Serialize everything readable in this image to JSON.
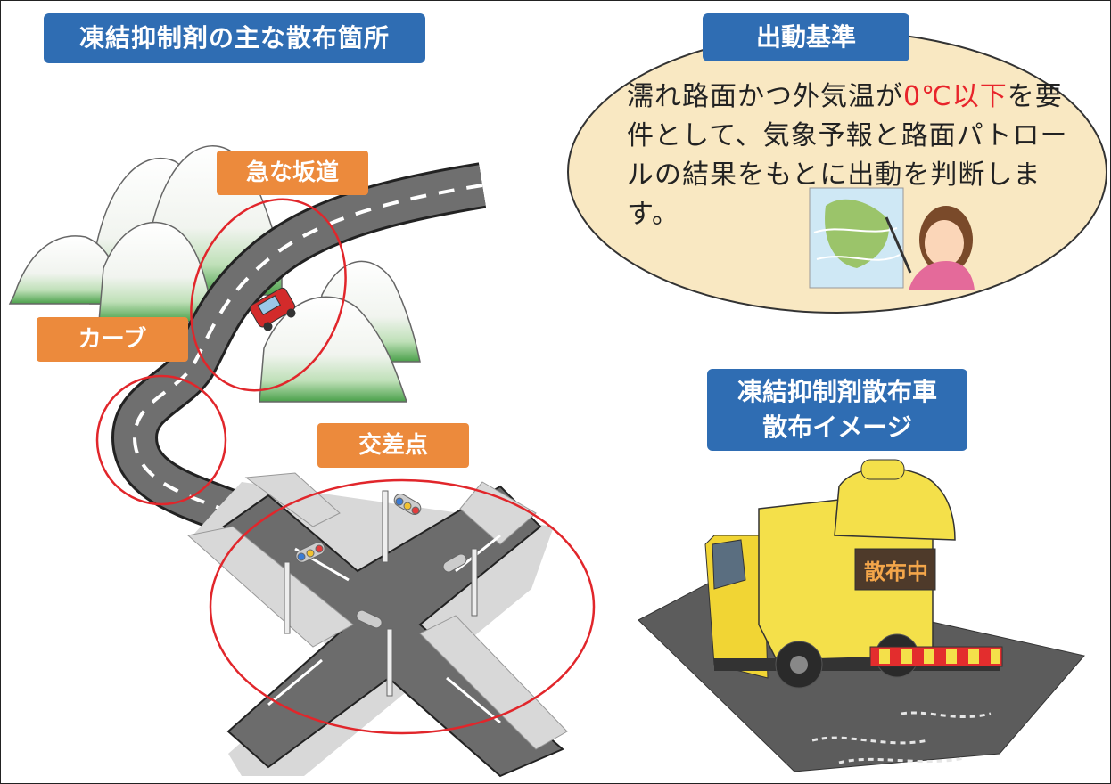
{
  "title": "凍結抑制剤の主な散布箇所",
  "standard": {
    "title": "出動基準",
    "text_before": "濡れ路面かつ外気温が",
    "text_highlight": "0℃以下",
    "text_after": "を要件として、気象予報と路面パトロールの結果をもとに出動を判断します。"
  },
  "locations": {
    "slope": "急な坂道",
    "curve": "カーブ",
    "intersection": "交差点"
  },
  "truck": {
    "title_line1": "凍結抑制剤散布車",
    "title_line2": "散布イメージ",
    "sign": "散布中"
  },
  "colors": {
    "title_blue": "#2f6db3",
    "label_orange": "#ec8a3c",
    "circle_red": "#e1262b",
    "ellipse_fill": "#f9e8c2",
    "road": "#777777",
    "truck_yellow": "#f4e04a",
    "highlight_red": "#e8242b"
  }
}
